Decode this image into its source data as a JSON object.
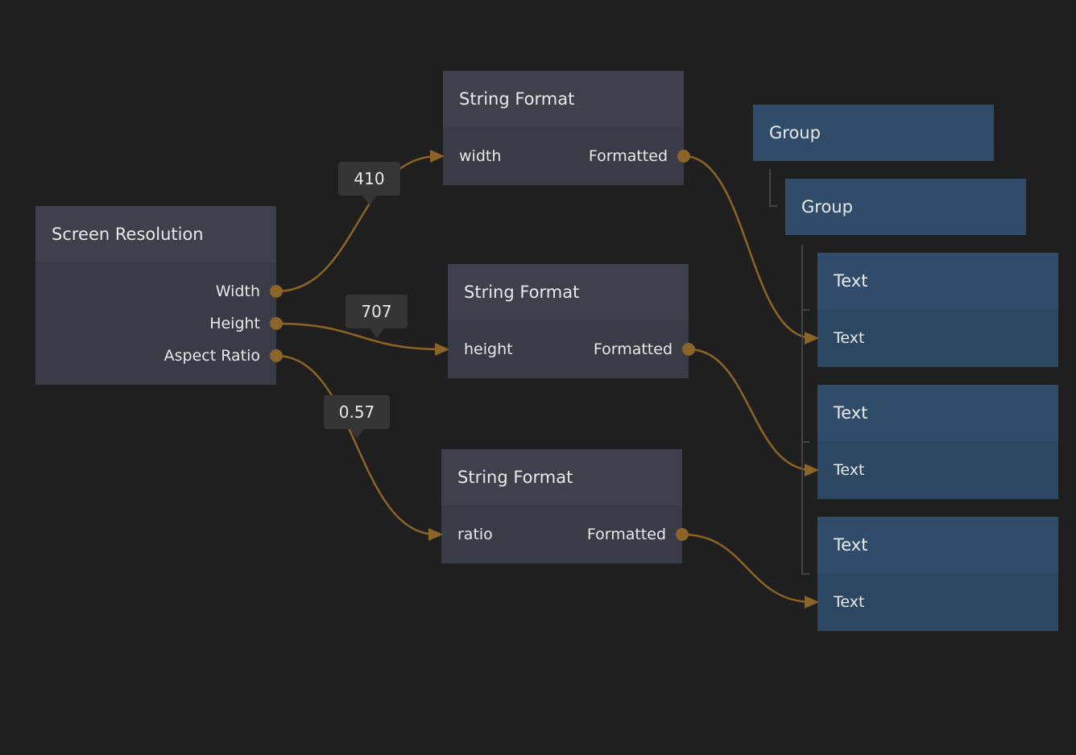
{
  "colors": {
    "wire": "#8c6526",
    "logic_node": "#393b47",
    "visual_node": "#2f4d6a",
    "background": "#1f1f1f"
  },
  "screen_resolution": {
    "title": "Screen Resolution",
    "outputs": [
      "Width",
      "Height",
      "Aspect Ratio"
    ]
  },
  "string_formats": [
    {
      "title": "String Format",
      "input": "width",
      "output": "Formatted"
    },
    {
      "title": "String Format",
      "input": "height",
      "output": "Formatted"
    },
    {
      "title": "String Format",
      "input": "ratio",
      "output": "Formatted"
    }
  ],
  "tooltips": {
    "width_value": "410",
    "height_value": "707",
    "ratio_value": "0.57"
  },
  "groups": [
    {
      "title": "Group"
    },
    {
      "title": "Group"
    }
  ],
  "texts": [
    {
      "title": "Text",
      "input": "Text"
    },
    {
      "title": "Text",
      "input": "Text"
    },
    {
      "title": "Text",
      "input": "Text"
    }
  ]
}
